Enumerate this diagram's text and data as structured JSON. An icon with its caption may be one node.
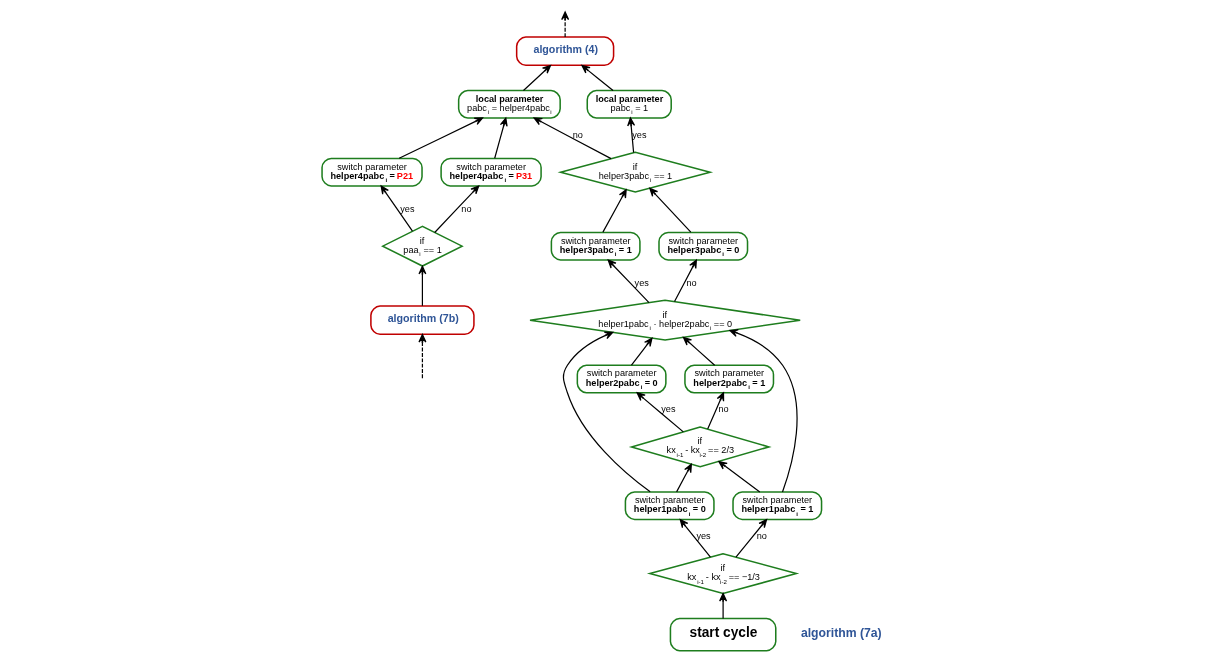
{
  "diagram": {
    "nodes": [
      {
        "text": [
          "algorithm (4)"
        ]
      },
      {
        "text": [
          "local parameter",
          "pabc$_{i}$ = 1"
        ]
      },
      {
        "text": [
          "if",
          "helper3pabc$_{i}$ == 1"
        ]
      },
      {
        "text": [
          "local parameter",
          "pabc$_{i}$ = helper4pabc$_{i}$"
        ]
      },
      {
        "text": [
          "switch parameter",
          "helper3pabc$_{i}$ = 1"
        ]
      },
      {
        "text": [
          "switch parameter",
          "helper3pabc$_{i}$ = 0"
        ]
      },
      {
        "text": [
          "switch parameter",
          "helper4pabc$_{i}$ = P21"
        ]
      },
      {
        "text": [
          "switch parameter",
          "helper4pabc$_{i}$ = P31"
        ]
      },
      {
        "text": [
          "start cycle"
        ]
      },
      {
        "text": [
          "if",
          "helper1pabc$_{i}$ · helper2pabc$_{i}$ == 0"
        ]
      },
      {
        "text": [
          "if",
          "paa$_{i}$ == 1"
        ]
      },
      {
        "text": [
          "if",
          "kx$_{i-1}$ - kx$_{i-2}$ == −1/3"
        ]
      },
      {
        "text": [
          "switch parameter",
          "helper1pabc$_{i}$ = 0"
        ]
      },
      {
        "text": [
          "switch parameter",
          "helper1pabc$_{i}$ = 1"
        ]
      },
      {
        "text": [
          "if",
          "kx$_{i-1}$ - kx$_{i-2}$ == 2/3"
        ]
      },
      {
        "text": [
          "switch parameter",
          "helper2pabc$_{i}$ = 0"
        ]
      },
      {
        "text": [
          "switch parameter",
          "helper2pabc$_{i}$ = 1"
        ]
      },
      {
        "text": [
          "algorithm (7b)"
        ]
      }
    ],
    "edges": [
      {
        "from": 0,
        "to": null,
        "arrow": "to",
        "style": "dashed"
      },
      {
        "from": 1,
        "to": 0,
        "arrow": "to"
      },
      {
        "from": 3,
        "to": 0,
        "arrow": "to"
      },
      {
        "from": 2,
        "to": 1,
        "arrow": "to",
        "label": "yes"
      },
      {
        "from": 2,
        "to": 3,
        "arrow": "to",
        "label": "no"
      },
      {
        "from": 4,
        "to": 2,
        "arrow": "to"
      },
      {
        "from": 5,
        "to": 2,
        "arrow": "to"
      },
      {
        "from": 6,
        "to": 3,
        "arrow": "to"
      },
      {
        "from": 7,
        "to": 3,
        "arrow": "to"
      },
      {
        "from": 9,
        "to": 4,
        "arrow": "to",
        "label": "yes"
      },
      {
        "from": 9,
        "to": 5,
        "arrow": "to",
        "label": "no"
      },
      {
        "from": 10,
        "to": 6,
        "arrow": "to",
        "label": "yes"
      },
      {
        "from": 10,
        "to": 7,
        "arrow": "to",
        "label": "no"
      },
      {
        "from": 8,
        "to": 11,
        "arrow": "to"
      },
      {
        "from": 11,
        "to": 12,
        "arrow": "to",
        "label": "yes"
      },
      {
        "from": 11,
        "to": 13,
        "arrow": "to",
        "label": "no"
      },
      {
        "from": 12,
        "to": 9,
        "arrow": "to"
      },
      {
        "from": 12,
        "to": 14,
        "arrow": "to"
      },
      {
        "from": 13,
        "to": 9,
        "arrow": "to"
      },
      {
        "from": 13,
        "to": 14,
        "arrow": "to"
      },
      {
        "from": 14,
        "to": 15,
        "arrow": "to",
        "label": "yes"
      },
      {
        "from": 14,
        "to": 16,
        "arrow": "to",
        "label": "no"
      },
      {
        "from": 15,
        "to": 9,
        "arrow": "to"
      },
      {
        "from": 16,
        "to": 9,
        "arrow": "to"
      },
      {
        "from": 17,
        "to": 10,
        "arrow": "to"
      },
      {
        "from": null,
        "to": 17,
        "arrow": "to",
        "style": "dashed"
      }
    ],
    "labels": [
      "algorithm (7a)"
    ]
  }
}
